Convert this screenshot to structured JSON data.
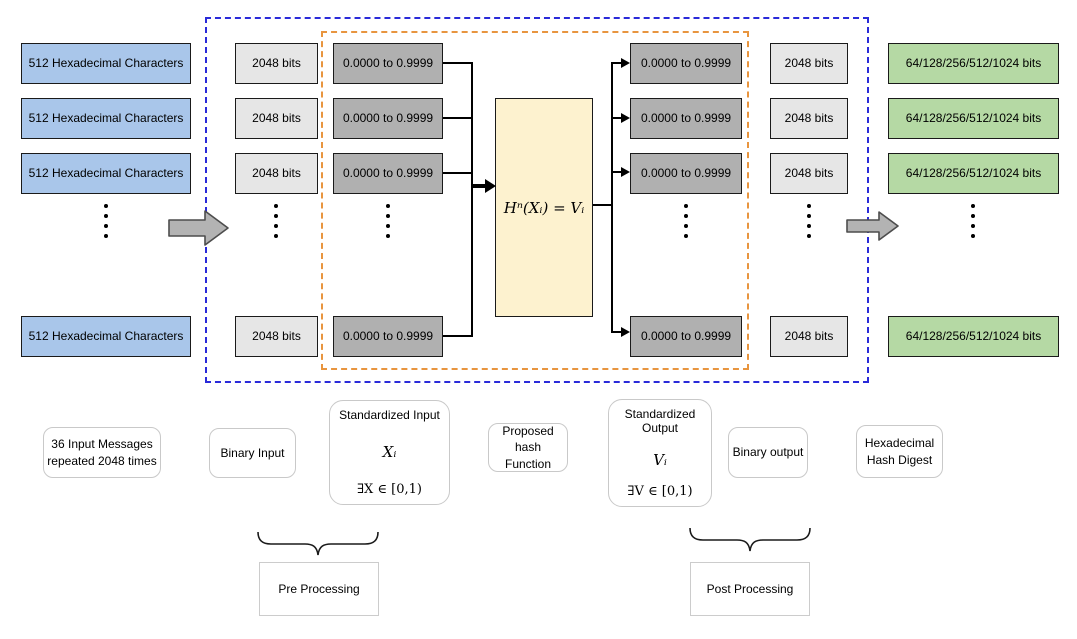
{
  "boxes": {
    "hex_input_label": "512 Hexadecimal Characters",
    "binary_bits_label": "2048 bits",
    "standardized_range_label": "0.0000 to 0.9999",
    "hash_function_formula": "Hⁿ(Xᵢ) = Vᵢ",
    "digest_bits_label": "64/128/256/512/1024 bits"
  },
  "captions": {
    "input_messages": "36 Input Messages\nrepeated 2048 times",
    "binary_input": "Binary Input",
    "standardized_input": {
      "title": "Standardized Input",
      "symbol": "Xᵢ",
      "domain": "∃X ∈ [0,1)"
    },
    "hash_function": "Proposed hash\nFunction",
    "standardized_output": {
      "title": "Standardized Output",
      "symbol": "Vᵢ",
      "domain": "∃V ∈ [0,1)"
    },
    "binary_output": "Binary output",
    "hash_digest": "Hexadecimal\nHash Digest",
    "pre_processing": "Pre Processing",
    "post_processing": "Post Processing"
  },
  "colors": {
    "hex_box_fill": "#a9c6ea",
    "bits_box_fill": "#e6e6e6",
    "range_box_fill": "#b0b0b0",
    "digest_box_fill": "#b5d9a4",
    "hash_box_fill": "#fdf2cf",
    "outer_dashed_border": "#2a2ad9",
    "inner_dashed_border": "#e8953f",
    "flow_arrow_fill": "#b3b3b3"
  }
}
